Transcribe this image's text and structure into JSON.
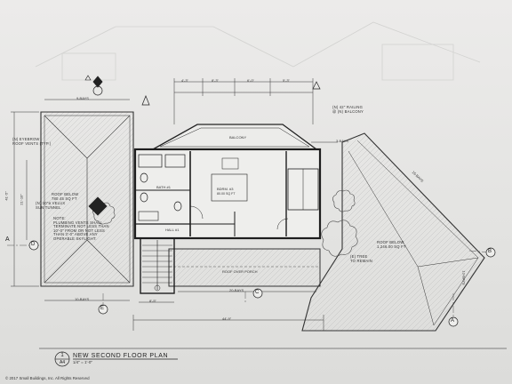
{
  "plan": {
    "title_number": "1",
    "title_sheet": "A4",
    "title": "NEW SECOND FLOOR PLAN",
    "scale": "1/4\" = 1'-0\"",
    "copyright": "© 2017 Small Buildings, Inc. All Rights Reserved"
  },
  "rooms": {
    "balcony": "BALCONY",
    "bedroom": "BDRM. #3",
    "bedroom_area": "80.00 SQ FT",
    "bath": "BATH #1",
    "hall": "HALL #1",
    "roof_over_porch": "ROOF OVER PORCH"
  },
  "notes": {
    "eyebrow": "(N) EYEBROW\nROOF VENTS (TYP.)",
    "roof_below_left": "ROOF BELOW\n780.45 SQ FT",
    "solar_tunnel": "(N) 10\"ø VELUX\nSUN TUNNEL",
    "plumbing": "NOTE:\nPLUMBING VENTS SHALL\nTERMINATE NOT LESS THAN\n10'-0\" FROM OR NOT LESS\nTHAN 3'-0\" ABOVE ANY\nOPERABLE SKYLIGHT.",
    "railing": "(N) 42\" RAILING\n@ (N) BALCONY",
    "roof_below_right": "ROOF BELOW\n1,246.00 SQ FT",
    "tree_right": "(E) TREE\nTO REMAIN"
  },
  "dimensions": {
    "left_bays": "9-BAYS",
    "left_bays_bottom": "10-BAYS",
    "right_bays": "3-BAYS",
    "bottom_bays": "20-BAYS",
    "diag_bays": "15-BAYS",
    "vert_bays": "13-BAYS",
    "width_total": "44'-9\"",
    "left_depth": "41'-5\"",
    "sub_depth": "21'-10\"",
    "stair_width": "8'-5\"",
    "top_dim_1": "4'-3\"",
    "top_dim_2": "8'-3\"",
    "top_dim_3": "6'-0\"",
    "top_dim_4": "5'-3\""
  },
  "grid_labels": {
    "a_left": "A",
    "a_right": "A",
    "b_right": "B",
    "c_bottom": "C",
    "d_left": "D",
    "e_bottom": "E"
  },
  "colors": {
    "paper": "#e6e6e4",
    "ink": "#2b2b2b"
  }
}
